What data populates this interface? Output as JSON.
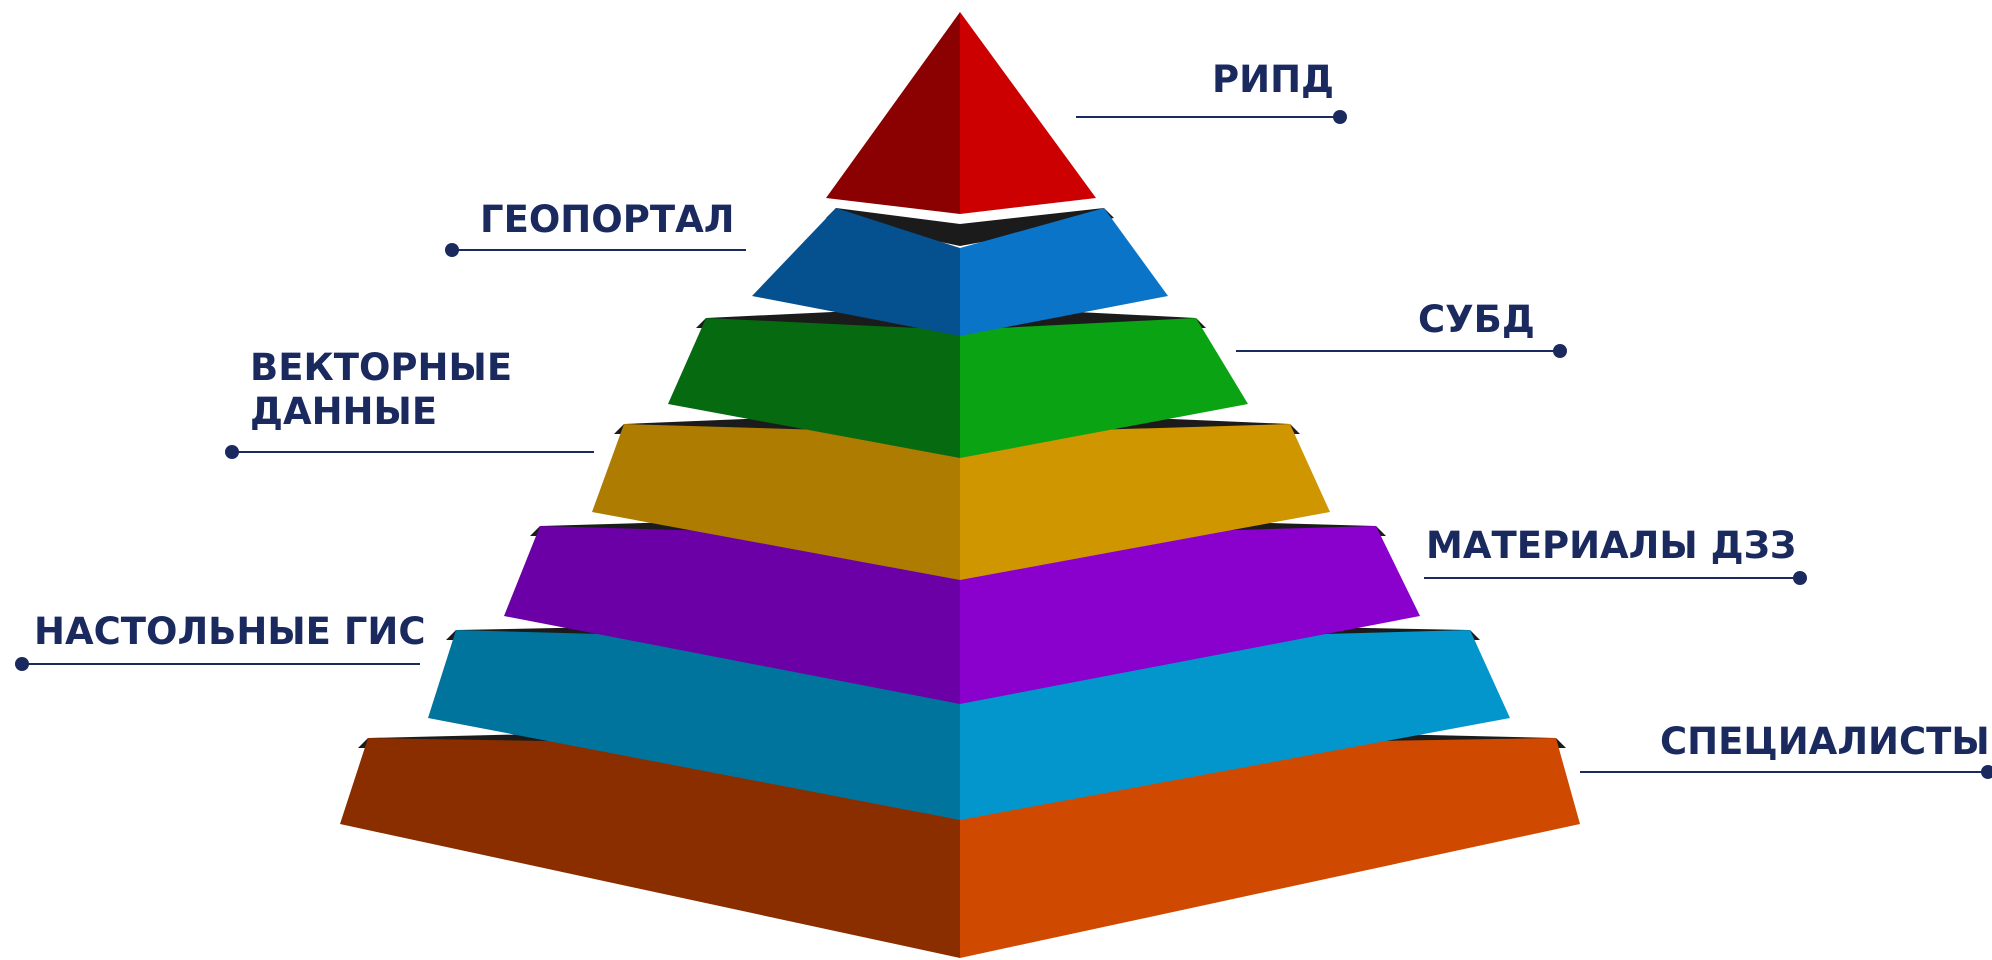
{
  "colors": {
    "label_text": "#1a2a5e",
    "leader_line": "#1a2a5e",
    "background": "#ffffff"
  },
  "pyramid": {
    "tiers": [
      {
        "name": "apex",
        "light": "#cc0000",
        "dark": "#8b0000"
      },
      {
        "name": "tier-2",
        "light": "#0a74c8",
        "dark": "#05508e"
      },
      {
        "name": "tier-3",
        "light": "#0aa314",
        "dark": "#056a10"
      },
      {
        "name": "tier-4",
        "light": "#d09600",
        "dark": "#ae7c00"
      },
      {
        "name": "tier-5",
        "light": "#8a00cc",
        "dark": "#6a00a6"
      },
      {
        "name": "tier-6",
        "light": "#0396cc",
        "dark": "#00749c"
      },
      {
        "name": "tier-7",
        "light": "#cf4a00",
        "dark": "#8a2e00"
      }
    ]
  },
  "labels": {
    "ripd": "РИПД",
    "geoportal": "ГЕОПОРТАЛ",
    "subd": "СУБД",
    "vector_data_line1": "ВЕКТОРНЫЕ",
    "vector_data_line2": "ДАННЫЕ",
    "materials_dzz": "МАТЕРИАЛЫ ДЗЗ",
    "desktop_gis": "НАСТОЛЬНЫЕ ГИС",
    "specialists": "СПЕЦИАЛИСТЫ"
  }
}
